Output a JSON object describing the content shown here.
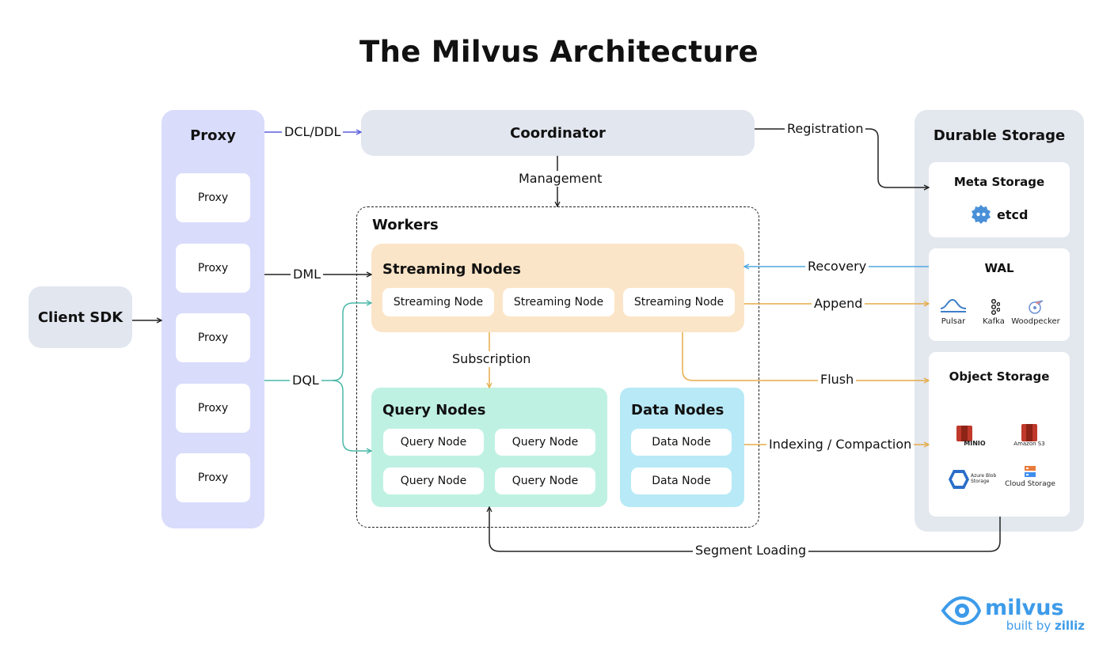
{
  "title": "The Milvus Architecture",
  "client_sdk": "Client SDK",
  "proxy": {
    "header": "Proxy",
    "items": [
      "Proxy",
      "Proxy",
      "Proxy",
      "Proxy",
      "Proxy"
    ]
  },
  "coordinator": "Coordinator",
  "workers": {
    "label": "Workers",
    "streaming": {
      "header": "Streaming Nodes",
      "items": [
        "Streaming Node",
        "Streaming Node",
        "Streaming Node"
      ]
    },
    "query": {
      "header": "Query Nodes",
      "items": [
        "Query Node",
        "Query Node",
        "Query Node",
        "Query Node"
      ]
    },
    "data": {
      "header": "Data Nodes",
      "items": [
        "Data Node",
        "Data Node"
      ]
    }
  },
  "storage": {
    "header": "Durable Storage",
    "meta": {
      "header": "Meta Storage",
      "etcd": "etcd"
    },
    "wal": {
      "header": "WAL",
      "items": [
        "Pulsar",
        "Kafka",
        "Woodpecker"
      ]
    },
    "object": {
      "header": "Object Storage",
      "items": [
        "MINIO",
        "Amazon S3",
        "Azure Blob Storage",
        "Cloud Storage"
      ]
    }
  },
  "edges": {
    "dcl_ddl": "DCL/DDL",
    "dml": "DML",
    "dql": "DQL",
    "management": "Management",
    "registration": "Registration",
    "recovery": "Recovery",
    "append": "Append",
    "flush": "Flush",
    "indexing": "Indexing / Compaction",
    "subscription": "Subscription",
    "segment_loading": "Segment Loading"
  },
  "logo": {
    "brand": "milvus",
    "tagline_prefix": "built by ",
    "tagline_brand": "zilliz"
  },
  "colors": {
    "proxy_bg": "#d9dcfb",
    "coordinator_bg": "#e1e6ef",
    "storage_bg": "#e3e7ee",
    "streaming_bg": "#fbe5c8",
    "query_bg": "#bff1e2",
    "data_bg": "#b8e9f7",
    "dcl": "#5b5fe0",
    "recovery": "#4fa8e0",
    "append": "#e6ac48",
    "dql": "#4ab8a8",
    "brand": "#3d9be9"
  }
}
